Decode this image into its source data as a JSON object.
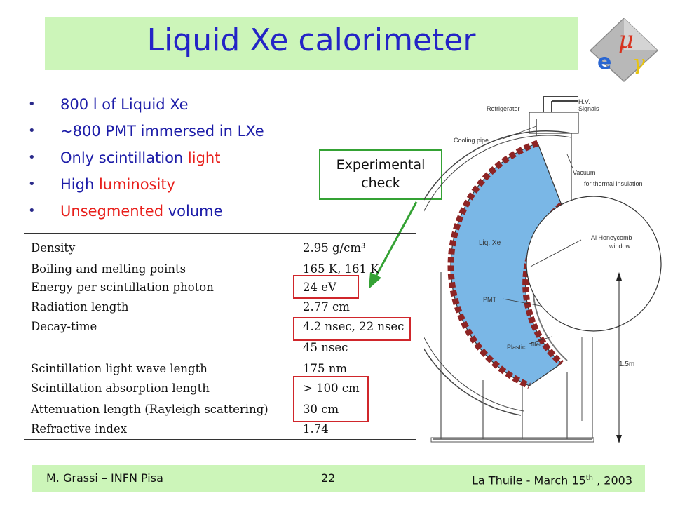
{
  "slide": {
    "title": "Liquid Xe calorimeter",
    "bullets": [
      {
        "parts": [
          {
            "text": "800 l of Liquid Xe",
            "red": false
          }
        ]
      },
      {
        "parts": [
          {
            "text": "~800 PMT immersed in LXe",
            "red": false
          }
        ]
      },
      {
        "parts": [
          {
            "text": "Only scintillation ",
            "red": false
          },
          {
            "text": "light",
            "red": true
          }
        ]
      },
      {
        "parts": [
          {
            "text": "High ",
            "red": false
          },
          {
            "text": "luminosity",
            "red": true
          }
        ]
      },
      {
        "parts": [
          {
            "text": "Unsegmented ",
            "red": true
          },
          {
            "text": "volume",
            "red": false
          }
        ]
      }
    ],
    "callout": {
      "line1": "Experimental",
      "line2": "check"
    }
  },
  "logo": {
    "mu": "μ",
    "e": "e",
    "gamma": "γ"
  },
  "properties": [
    {
      "name": "Density",
      "value": "2.95 g/cm³"
    },
    {
      "name": "Boiling and melting points",
      "value": "165 K, 161 K"
    },
    {
      "name": "Energy per scintillation photon",
      "value": "24 eV"
    },
    {
      "name": "Radiation length",
      "value": "2.77 cm"
    },
    {
      "name": "Decay-time",
      "value": "4.2 nsec, 22 nsec"
    },
    {
      "name": "",
      "value": "45 nsec"
    },
    {
      "name": "Scintillation light wave length",
      "value": "175 nm"
    },
    {
      "name": "Scintillation absorption length",
      "value": "> 100 cm"
    },
    {
      "name": "Attenuation length (Rayleigh scattering)",
      "value": "30 cm"
    },
    {
      "name": "Refractive index",
      "value": "1.74"
    }
  ],
  "diagram": {
    "labels": {
      "hv": "H.V.",
      "signals": "Signals",
      "refrigerator": "Refrigerator",
      "cooling_pipe": "Cooling pipe",
      "vacuum": "Vacuum",
      "thermal": "for thermal insulation",
      "honeycomb": "Al Honeycomb",
      "window": "window",
      "liq_xe": "Liq. Xe",
      "pmt": "PMT",
      "plastic": "Plastic",
      "filler": "filler",
      "size": "1.5m"
    }
  },
  "footer": {
    "author": "M. Grassi – INFN Pisa",
    "page": "22",
    "event": "La Thuile -  March 15",
    "event_sup": "th",
    "event_year": " , 2003"
  },
  "colors": {
    "title_bg": "#ccf5b9",
    "title_text": "#2424c6",
    "accent_red": "#e8201c",
    "arrow_green": "#34a234",
    "xenon_blue": "#7ab7e6",
    "pmt_red": "#8e2424"
  }
}
